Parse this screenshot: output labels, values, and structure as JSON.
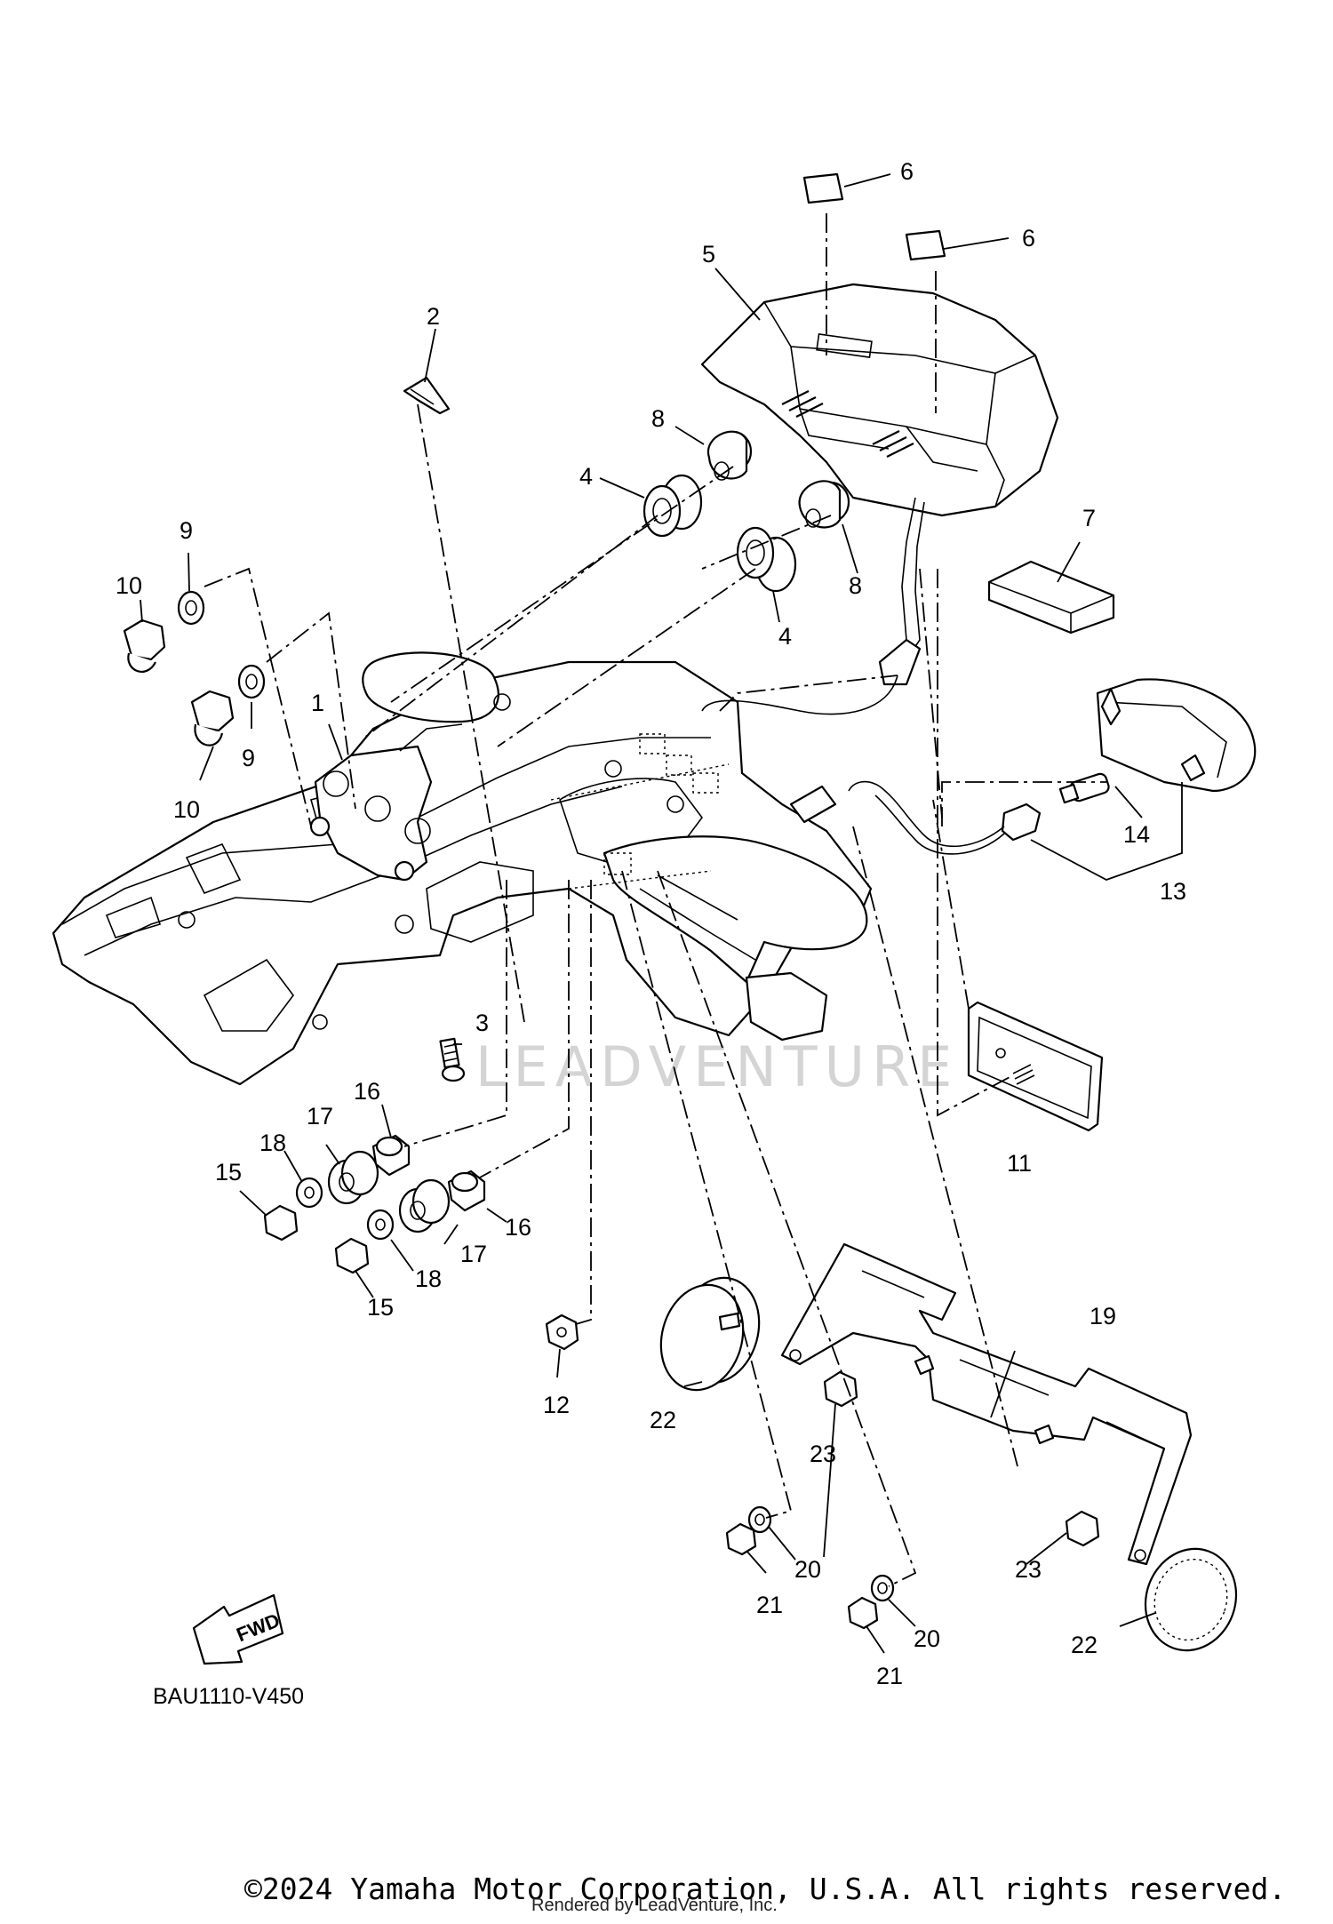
{
  "diagram": {
    "callouts": [
      "1",
      "2",
      "3",
      "4",
      "4",
      "5",
      "6",
      "6",
      "7",
      "8",
      "8",
      "9",
      "9",
      "10",
      "10",
      "11",
      "12",
      "13",
      "14",
      "15",
      "15",
      "16",
      "16",
      "17",
      "17",
      "18",
      "18",
      "19",
      "20",
      "20",
      "21",
      "21",
      "22",
      "22",
      "23",
      "23"
    ],
    "direction_label": "FWD",
    "diagram_code": "BAU1110-V450",
    "watermark": "LEADVENTURE",
    "copyright": "©2024 Yamaha Motor Corporation, U.S.A. All rights reserved.",
    "rendered_by": "Rendered by LeadVenture, Inc."
  }
}
